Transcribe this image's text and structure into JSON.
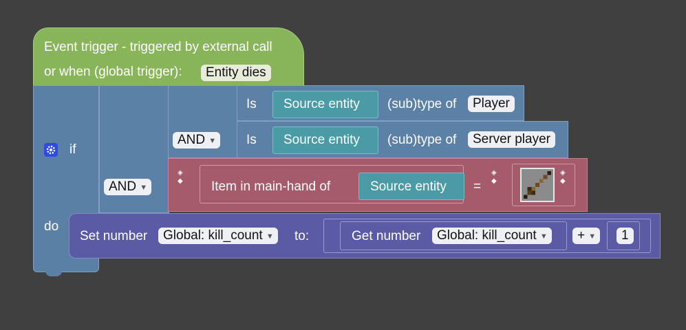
{
  "event": {
    "line1": "Event trigger - triggered by external call",
    "line2": "or when (global trigger):",
    "trigger_value": "Entity dies"
  },
  "if_block": {
    "if_label": "if",
    "do_label": "do",
    "and_outer": "AND",
    "and_inner": "AND"
  },
  "cond1": {
    "is_label": "Is",
    "entity": "Source entity",
    "type_label": "(sub)type of",
    "type_value": "Player"
  },
  "cond2": {
    "is_label": "Is",
    "entity": "Source entity",
    "type_label": "(sub)type of",
    "type_value": "Server player"
  },
  "cond3": {
    "item_label": "Item in main-hand of",
    "entity": "Source entity",
    "eq": "="
  },
  "action": {
    "set_label": "Set number",
    "var_name": "Global: kill_count",
    "to_label": "to:",
    "get_label": "Get number",
    "get_var": "Global: kill_count",
    "op": "+",
    "value": "1"
  },
  "colors": {
    "background": "#404040",
    "event_green": "#88b55a",
    "control_blue": "#5b80a5",
    "logic_blue": "#5b81a6",
    "compare_red": "#a55b69",
    "entity_teal": "#4a9ba6",
    "math_indigo": "#5b5ba5"
  },
  "icons": {
    "gear": "gear-icon",
    "sword": "wooden-sword-icon"
  }
}
